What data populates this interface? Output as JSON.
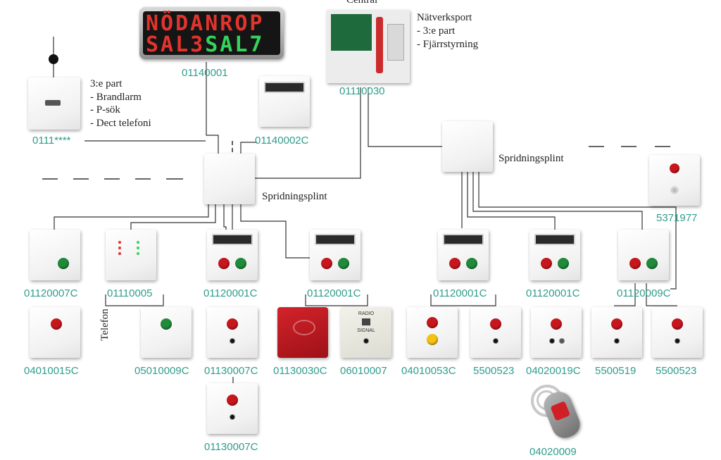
{
  "labels": {
    "central_title": "Central",
    "network_port": [
      "Nätverksport",
      "- 3:e part",
      "- Fjärrstyrning"
    ],
    "third_party": [
      "3:e part",
      "- Brandlarm",
      "- P-sök",
      "- Dect telefoni"
    ],
    "spridningsplint": "Spridningsplint",
    "telefon": "Telefon"
  },
  "display": {
    "line1": "NÖDANROP",
    "line2_a": "SAL3",
    "line2_b": "SAL7"
  },
  "codes": {
    "display": "01140001",
    "central": "01110030",
    "third_party_unit": "0111****",
    "lcd_unit": "01140002C",
    "c_5371977": "5371977",
    "c_01120007C": "01120007C",
    "c_01110005": "01110005",
    "c_01120001C_a": "01120001C",
    "c_01120001C_b": "01120001C",
    "c_01120001C_c": "01120001C",
    "c_01120001C_d": "01120001C",
    "c_01120009C": "01120009C",
    "c_04010015C": "04010015C",
    "c_05010009C": "05010009C",
    "c_01130007C_a": "01130007C",
    "c_01130030C": "01130030C",
    "c_06010007": "06010007",
    "c_04010053C": "04010053C",
    "c_5500523_a": "5500523",
    "c_04020019C": "04020019C",
    "c_5500519": "5500519",
    "c_5500523_b": "5500523",
    "c_01130007C_b": "01130007C",
    "c_04020009": "04020009"
  },
  "device_text": {
    "radio_a": "RADIO",
    "radio_b": "SIGNAL"
  },
  "colors": {
    "code_teal": "#2f9d8c",
    "alarm_red": "#c8161d",
    "reset_green": "#1f8a3a",
    "led_red": "#e2342c",
    "led_green": "#36d35a",
    "wire": "#333333"
  }
}
